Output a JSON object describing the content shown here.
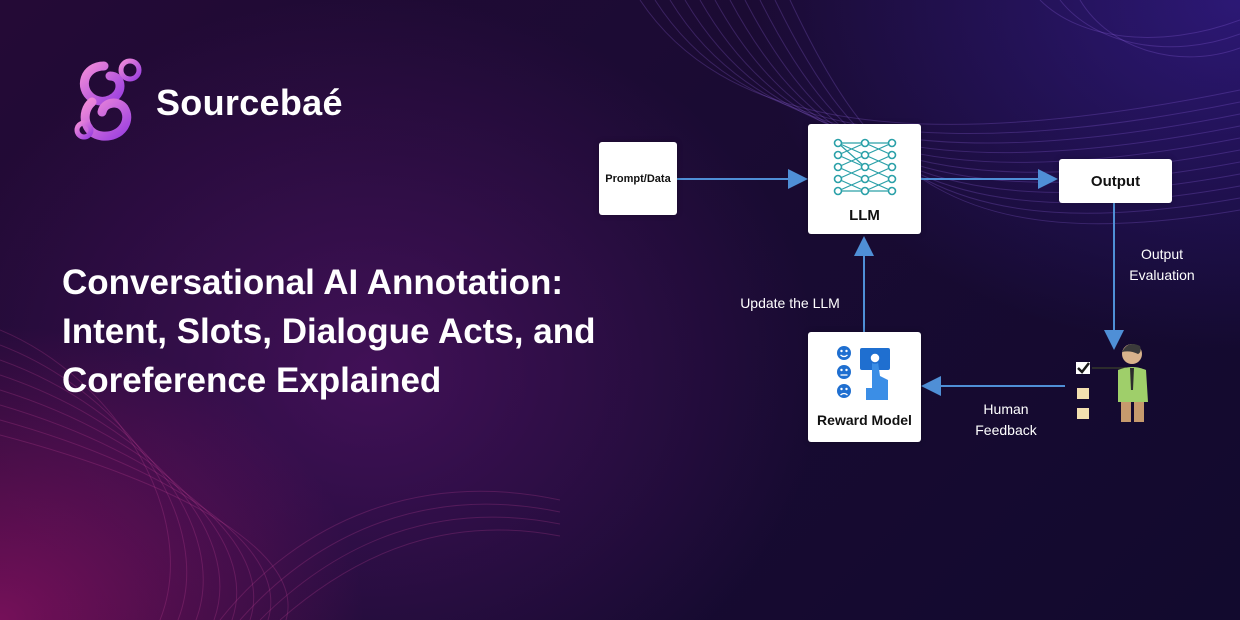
{
  "brand": {
    "name": "Sourcebaé",
    "accent": "#c24bd6"
  },
  "headline": {
    "lines": [
      "Conversational AI Annotation:",
      "Intent, Slots, Dialogue Acts, and",
      "Coreference Explained"
    ]
  },
  "diagram": {
    "nodes": {
      "prompt": "Prompt/Data",
      "llm": "LLM",
      "output": "Output",
      "reward_model": "Reward Model"
    },
    "edge_labels": {
      "output_evaluation": [
        "Output",
        "Evaluation"
      ],
      "human_feedback": [
        "Human",
        "Feedback"
      ],
      "update_llm": "Update the LLM"
    },
    "arrow_color": "#4f8fd6",
    "icons": [
      "neural-network-icon",
      "emoji-faces-icon",
      "hand-touch-icon",
      "person-checklist-icon"
    ]
  }
}
